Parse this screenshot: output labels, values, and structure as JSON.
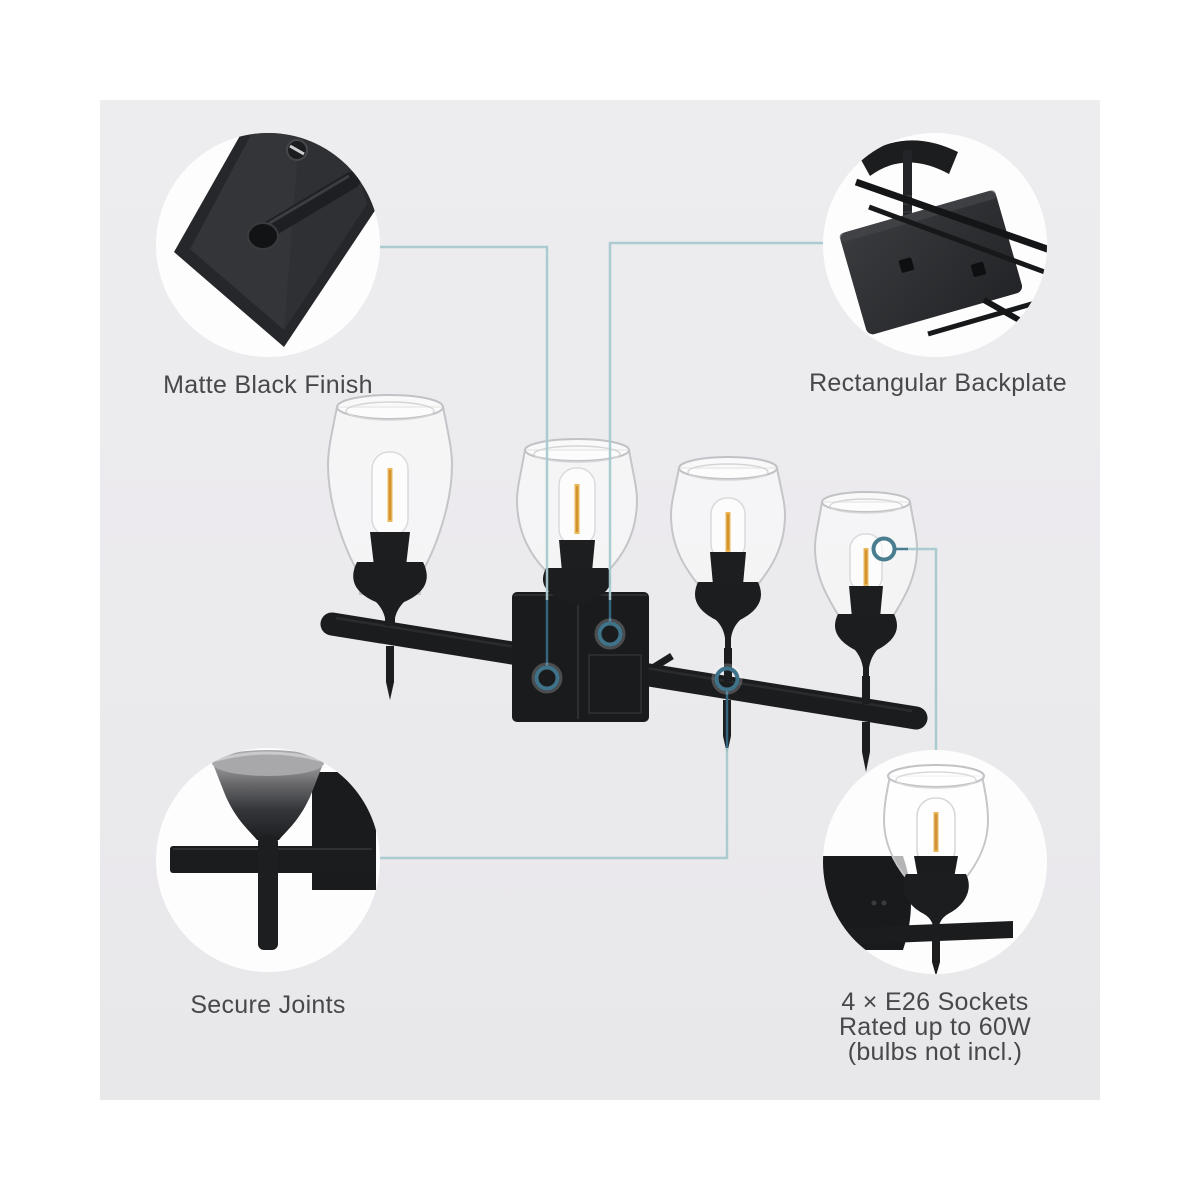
{
  "panel": {
    "background": "#ebeaed",
    "bubble_background": "#fdfdfe"
  },
  "accent": {
    "connector_line": "#a7c9cd",
    "connector_dark": "#34647e",
    "marker_ring": "#3e7389",
    "text": "#48484b"
  },
  "callouts": [
    {
      "id": "matte-black-finish",
      "label": "Matte Black Finish"
    },
    {
      "id": "rectangular-backplate",
      "label": "Rectangular Backplate"
    },
    {
      "id": "secure-joints",
      "label": "Secure Joints"
    },
    {
      "id": "e26-sockets",
      "lines": [
        "4 × E26 Sockets",
        "Rated up to 60W",
        "(bulbs not incl.)"
      ]
    }
  ]
}
